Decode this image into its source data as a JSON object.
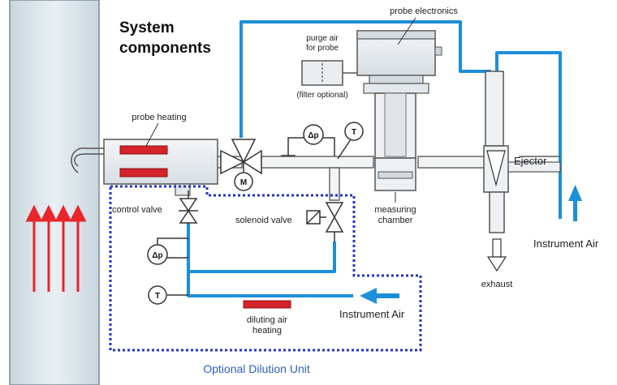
{
  "title": {
    "line1": "System",
    "line2": "components"
  },
  "labels": {
    "probe_electronics": "probe electronics",
    "purge_air_line1": "purge air",
    "purge_air_line2": "for probe",
    "filter_optional": "(filter optional)",
    "probe_heating": "probe heating",
    "control_valve": "control valve",
    "solenoid_valve": "solenoid valve",
    "measuring_line1": "measuring",
    "measuring_line2": "chamber",
    "ejector": "Ejector",
    "exhaust": "exhaust",
    "instrument_air_right": "Instrument Air",
    "instrument_air_bottom": "Instrument Air",
    "diluting_line1": "diluting air",
    "diluting_line2": "heating",
    "optional_dilution_unit": "Optional Dilution Unit"
  },
  "symbols": {
    "motor": "M",
    "delta_p_top": "Δp",
    "temp_top": "T",
    "delta_p_left": "Δp",
    "temp_left": "T"
  },
  "colors": {
    "pipe_blue": "#1b8fd8",
    "heater_red": "#d4232a",
    "flow_red": "#e8252b",
    "dotted_border": "#2233cc",
    "stack_fill": "#dde8ee",
    "component_fill": "#eef1f3",
    "label_blue": "#2f5fc4"
  }
}
